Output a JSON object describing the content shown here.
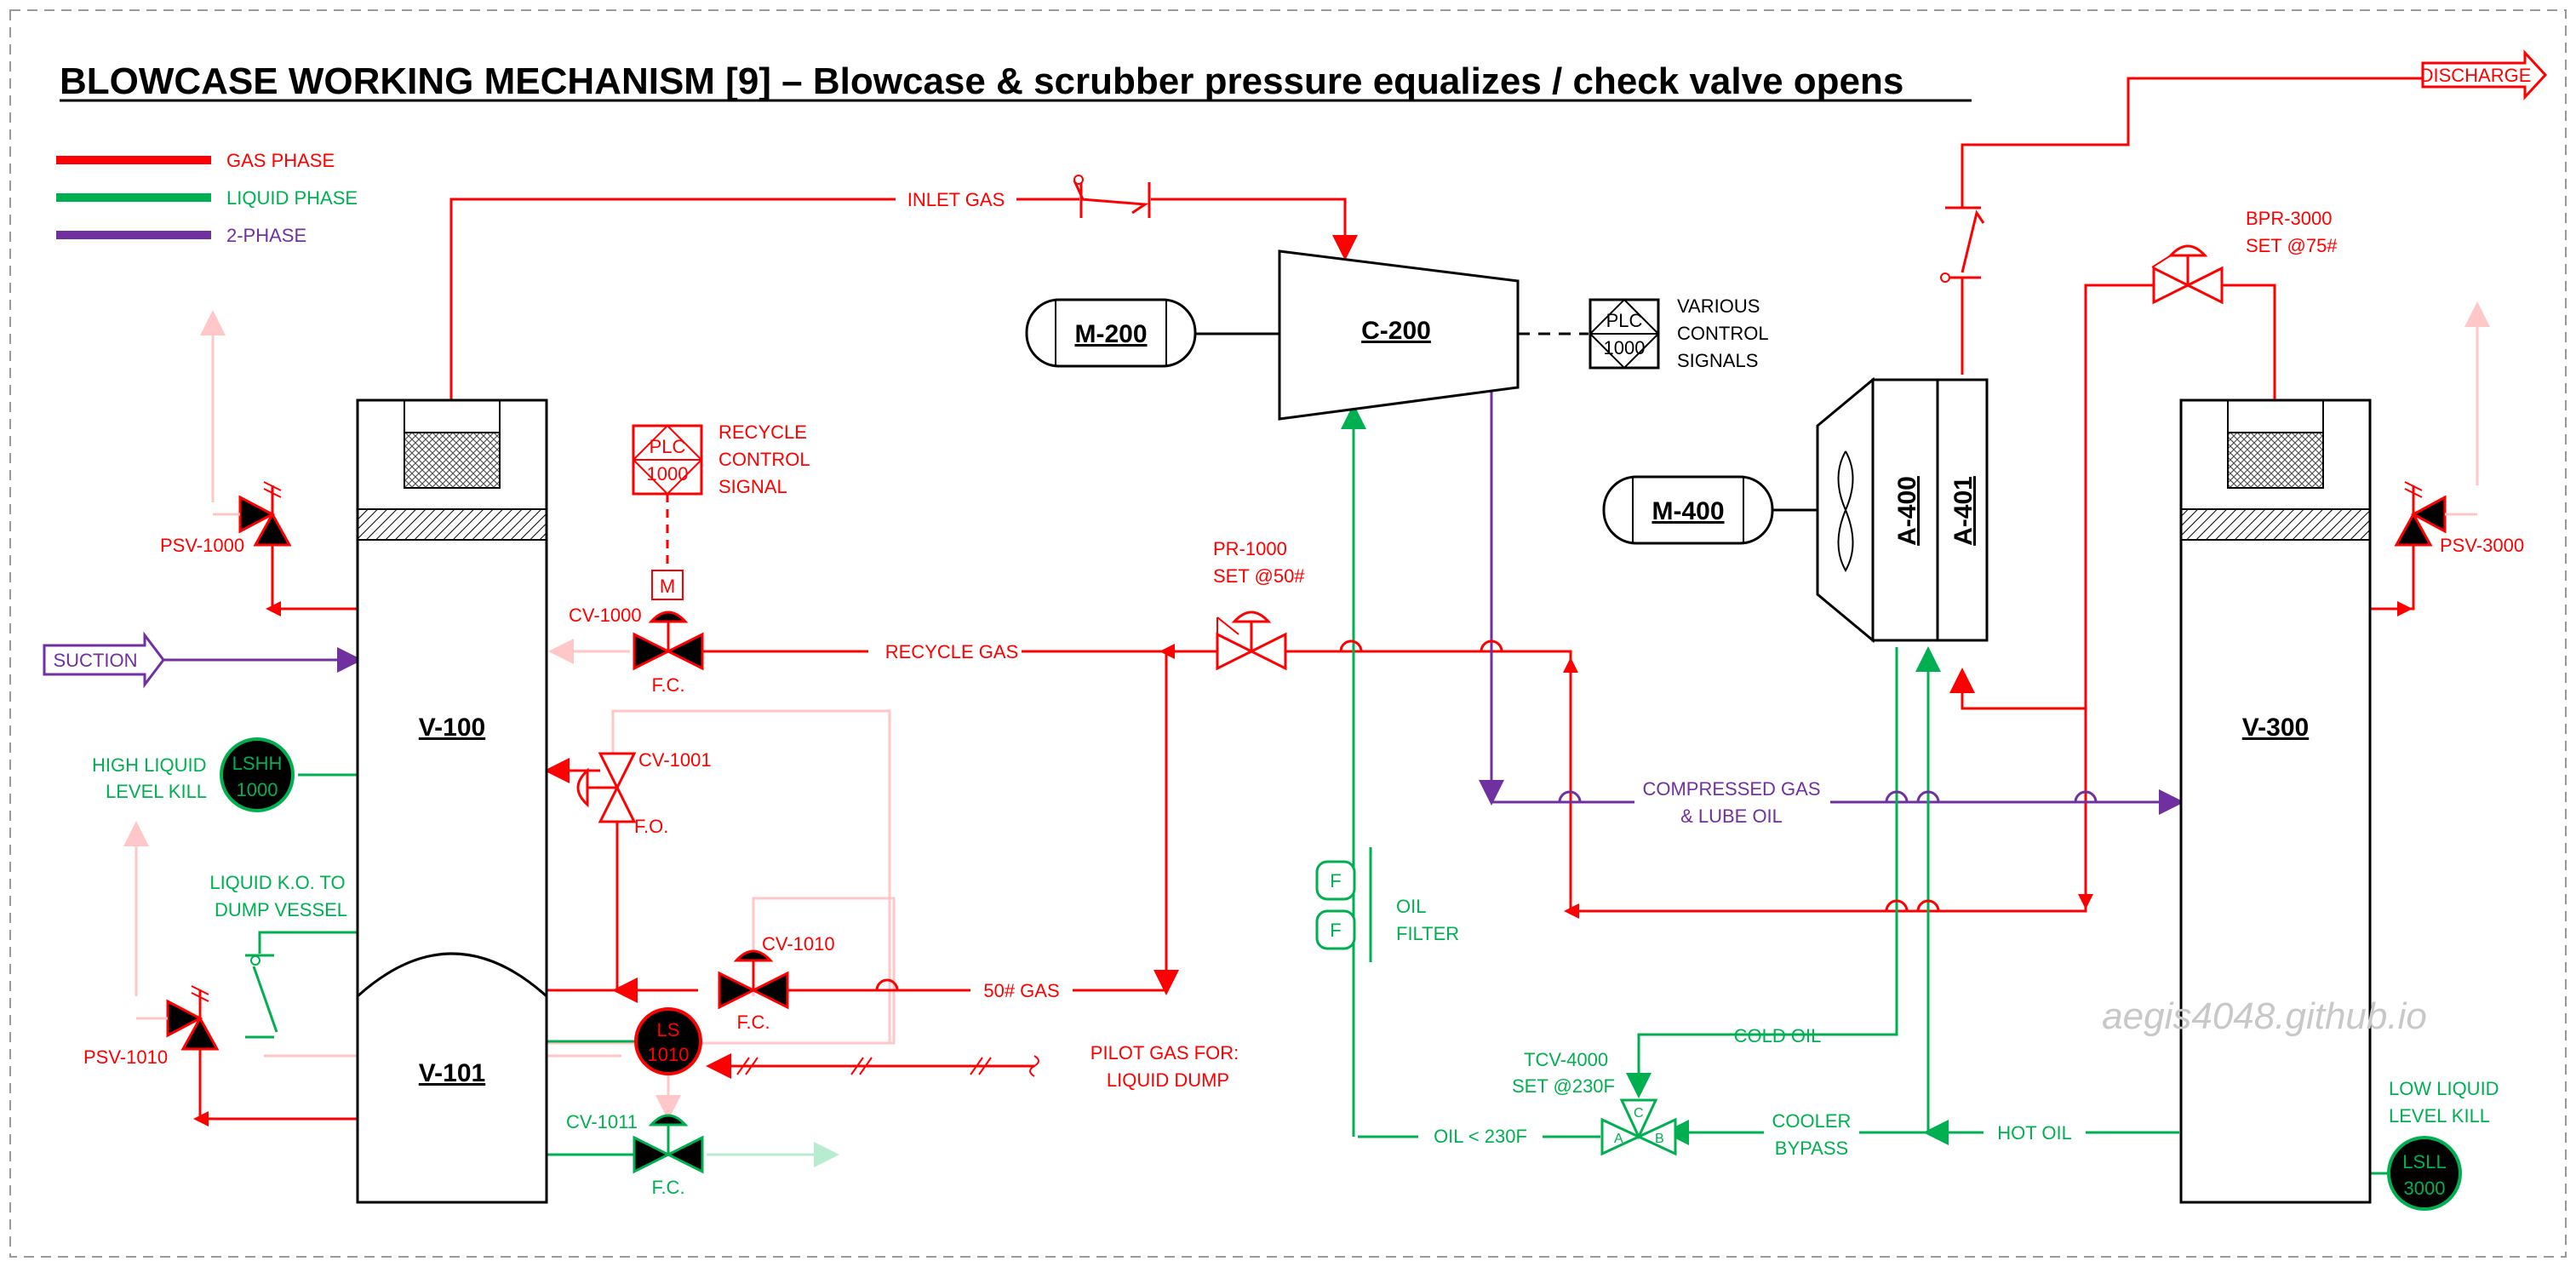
{
  "title": "BLOWCASE WORKING MECHANISM [9] – Blowcase & scrubber pressure equalizes / check valve opens",
  "legend": {
    "gas": "GAS PHASE",
    "liquid": "LIQUID PHASE",
    "two_phase": "2-PHASE"
  },
  "colors": {
    "gas": "#ff0000",
    "liquid": "#00b050",
    "two_phase": "#7030a0",
    "faded_gas": "#ffc7c7",
    "faded_liquid": "#b8ecd0"
  },
  "vessels": {
    "v100": "V-100",
    "v101": "V-101",
    "v300": "V-300",
    "c200": "C-200",
    "m200": "M-200",
    "m400": "M-400",
    "a400": "A-400",
    "a401": "A-401"
  },
  "labels": {
    "suction": "SUCTION",
    "discharge": "DISCHARGE",
    "inlet_gas": "INLET GAS",
    "recycle_gas": "RECYCLE GAS",
    "gas_50": "50# GAS",
    "pilot_gas_1": "PILOT GAS FOR:",
    "pilot_gas_2": "LIQUID DUMP",
    "compressed_gas_1": "COMPRESSED GAS",
    "compressed_gas_2": "& LUBE OIL",
    "oil_filter_1": "OIL",
    "oil_filter_2": "FILTER",
    "cold_oil": "COLD OIL",
    "hot_oil": "HOT OIL",
    "oil_lt_230": "OIL < 230F",
    "cooler_bypass_1": "COOLER",
    "cooler_bypass_2": "BYPASS",
    "various_1": "VARIOUS",
    "various_2": "CONTROL",
    "various_3": "SIGNALS",
    "recycle_ctrl_1": "RECYCLE",
    "recycle_ctrl_2": "CONTROL",
    "recycle_ctrl_3": "SIGNAL",
    "high_liq_1": "HIGH LIQUID",
    "high_liq_2": "LEVEL KILL",
    "low_liq_1": "LOW LIQUID",
    "low_liq_2": "LEVEL KILL",
    "liq_ko_1": "LIQUID K.O. TO",
    "liq_ko_2": "DUMP VESSEL",
    "watermark": "aegis4048.github.io"
  },
  "instruments": {
    "psv1000": "PSV-1000",
    "psv1010": "PSV-1010",
    "psv3000": "PSV-3000",
    "cv1000": "CV-1000",
    "cv1001": "CV-1001",
    "cv1010": "CV-1010",
    "cv1011": "CV-1011",
    "fc": "F.C.",
    "fo": "F.O.",
    "pr1000_1": "PR-1000",
    "pr1000_2": "SET @50#",
    "bpr3000_1": "BPR-3000",
    "bpr3000_2": "SET @75#",
    "tcv4000_1": "TCV-4000",
    "tcv4000_2": "SET @230F",
    "plc": "PLC",
    "plc_num": "1000",
    "m": "M",
    "lshh_1": "LSHH",
    "lshh_2": "1000",
    "lsll_1": "LSLL",
    "lsll_2": "3000",
    "ls_1": "LS",
    "ls_2": "1010",
    "f": "F",
    "valve_a": "A",
    "valve_b": "B",
    "valve_c": "C"
  }
}
